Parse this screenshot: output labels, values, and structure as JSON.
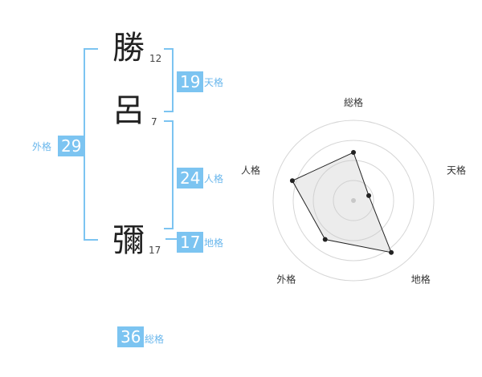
{
  "name": {
    "chars": [
      {
        "char": "勝",
        "strokes": "12"
      },
      {
        "char": "呂",
        "strokes": "7"
      },
      {
        "char": "彌",
        "strokes": "17"
      }
    ]
  },
  "kakaku": {
    "tenkaku": {
      "value": "19",
      "label": "天格"
    },
    "jinkaku": {
      "value": "24",
      "label": "人格"
    },
    "chikaku": {
      "value": "17",
      "label": "地格"
    },
    "gaikaku": {
      "value": "29",
      "label": "外格"
    },
    "soukaku": {
      "value": "36",
      "label": "総格"
    }
  },
  "colors": {
    "accent": "#7cc4f1",
    "label": "#6ab7ec"
  },
  "chart_data": {
    "type": "radar",
    "axes": [
      "総格",
      "天格",
      "地格",
      "外格",
      "人格"
    ],
    "max": 5,
    "rings": 4,
    "values": [
      3,
      1,
      4,
      3,
      4
    ]
  }
}
